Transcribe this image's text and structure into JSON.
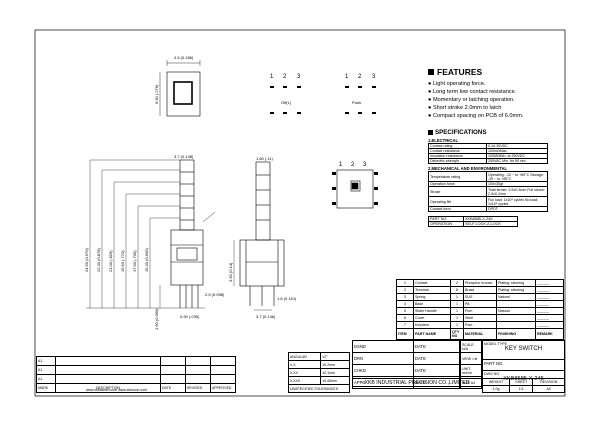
{
  "features": {
    "title": "FEATURES",
    "items": [
      "Light operating force.",
      "Long term low contact resistance.",
      "Momentary or latching operation.",
      "Short stroke 2.0mm to latch",
      "Compact spacing on PCB of  6.0mm."
    ]
  },
  "specifications": {
    "title": "SPECIFICATIONS",
    "electrical_title": "1.ELECTRICAL",
    "electrical": [
      [
        "Contact rating",
        "0.1A  30VDC"
      ],
      [
        "Contact resistance",
        "100mΩMax."
      ],
      [
        "Insulation resistance",
        "100MΩMin. at 250VDC"
      ],
      [
        "Dielectric strength",
        "250VAC Min. for 60 sec."
      ]
    ],
    "mechanical_title": "2.MECHANICAL AND ENVIRONMENTAL",
    "mechanical": [
      [
        "Temperature rating",
        "Operating: -10 ~ to +60°C  Storage: -25 ~ to +85°C"
      ],
      [
        "Operation force",
        "100±30gf"
      ],
      [
        "Stroke",
        "Total stroke: 3.5±0.3mm  Full stroke: 2.0±0.2mm"
      ],
      [
        "Operating life",
        "Full load: 1x10⁴ cycles  No load: 1x10⁴ cycles"
      ],
      [
        "Contact form",
        "DPDT"
      ]
    ],
    "part_no_label": "PART NO",
    "part_no_value": "XKB8585-X-245",
    "operation_label": "OPERATION",
    "operation_value": "SELF LOCK Z-LOCK"
  },
  "schematic": {
    "pins_left": [
      "1",
      "2",
      "3"
    ],
    "pins_right": [
      "1",
      "2",
      "3"
    ],
    "pins_pcb": [
      "1",
      "2",
      "3"
    ],
    "caption_left": "Off(L)",
    "caption_right": "Push"
  },
  "dimensions": {
    "top_w": "4.5 (0.186)",
    "top_h": "6.90 (.276)",
    "front_top": "3.7 (0.138)",
    "side_top": "1.60 (.11)",
    "d1": "24.50 (0.970)",
    "d2": "22.30 (0.878)",
    "d3": "21.00 (.826)",
    "d4": "19.50 (.770)",
    "d5": "17.90 (.700)",
    "d6": "15.40 (0.606)",
    "d7": "3.50 (0.14)",
    "d8": "1.60 (0.060)",
    "d9": "2.5 (0.098)",
    "d10": "3.7 (0.146)",
    "d11": "1.6 (0.110)",
    "d12": "0.90 (.035)"
  },
  "materials": {
    "rows": [
      [
        "Contact",
        "2",
        "Phosphor bronze",
        "Plating: silvering"
      ],
      [
        "Terminal",
        "6",
        "Brass",
        "Plating: silvering"
      ],
      [
        "Spring",
        "1",
        "SUS",
        "Natural"
      ],
      [
        "Base",
        "1",
        "PA",
        ""
      ],
      [
        "Slider Handle",
        "1",
        "Pom",
        "Natural"
      ],
      [
        "Cover",
        "1",
        "Steel",
        ""
      ],
      [
        "Keystem",
        "1",
        "Pom",
        ""
      ]
    ],
    "header": [
      "ITEM",
      "PART NAME",
      "QTY NO",
      "MATERIAL",
      "FINISHING",
      "REMARK"
    ]
  },
  "revisions": {
    "rows": [
      "A1",
      "A1",
      "A1"
    ],
    "cols": [
      "MARK",
      "DESCRIPTION",
      "DATE",
      "REVISED",
      "APPROVED"
    ],
    "tolerance_label": "ANGULAR",
    "tolerance_value": "±2°",
    "tol_rows": [
      [
        "X.X",
        "±0.2mm"
      ],
      [
        "X.XX",
        "±0.1mm"
      ],
      [
        "X.XXX",
        "±0.05mm"
      ]
    ],
    "unspecified": "UNSPECIFIED TOLERANCES",
    "website": "www.xkbswitch.com  www.xkbconn.com"
  },
  "title_block": {
    "dsnd": "DSND",
    "drn": "DRN",
    "chkd": "CHKD",
    "appd": "APPD",
    "date": "DATE",
    "scale": "SCALE  N/A",
    "view": "VIEW",
    "unit": "UNIT  mm/in",
    "size": "SIZE  A4",
    "model_type_label": "MODEL TYPE",
    "model_type": "KEY SWITCH",
    "part_no_label": "PART NO.",
    "dwg_no_label": "DWG NO.",
    "dwg_no": "XKB8585-X-245",
    "company": "XKB INDUSTRIAL PRECISION CO.,LIMITED",
    "weight_label": "WEIGHT",
    "weight": "1.0g",
    "sheet_label": "SHEET",
    "sheet": "1/1",
    "revision_label": "REVISION",
    "revision": "A0"
  }
}
